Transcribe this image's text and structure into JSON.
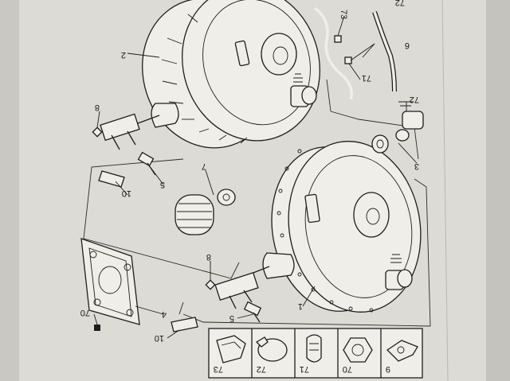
{
  "callouts": {
    "c1": "1",
    "c2": "2",
    "c3": "3",
    "c4": "4",
    "c5a": "5",
    "c5b": "5",
    "c6": "6",
    "c7": "7",
    "c8a": "8",
    "c8b": "8",
    "c9": "9",
    "c10a": "10",
    "c10b": "10",
    "c70": "70",
    "c71": "71",
    "c72": "72",
    "c72b": "72",
    "c73": "73"
  },
  "legend": {
    "k73": "73",
    "k72": "72",
    "k71": "71",
    "k70": "70",
    "k9": "9"
  }
}
